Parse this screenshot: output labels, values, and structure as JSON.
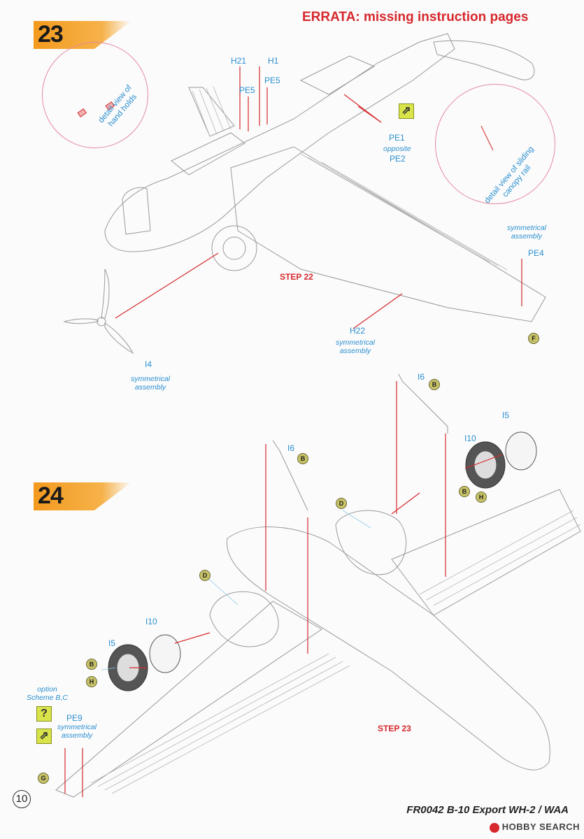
{
  "header": {
    "errata": "ERRATA: missing instruction pages"
  },
  "step23": {
    "number": "23",
    "detail_left": "detail view of\nhand holds",
    "detail_right": "detail view of sliding\ncanopy rail",
    "labels": {
      "H21": "H21",
      "H1": "H1",
      "PE5a": "PE5",
      "PE5b": "PE5",
      "PE1": "PE1",
      "opposite": "opposite",
      "PE2": "PE2",
      "sym_pe4": "symmetrical\nassembly",
      "PE4": "PE4",
      "H22": "H22",
      "sym_h22": "symmetrical\nassembly",
      "I4": "I4",
      "sym_i4": "symmetrical\nassembly",
      "step_ref": "STEP 22"
    },
    "paint": {
      "F": "F"
    }
  },
  "step24": {
    "number": "24",
    "labels": {
      "I6a": "I6",
      "I6b": "I6",
      "I5a": "I5",
      "I10a": "I10",
      "I10b": "I10",
      "I5b": "I5",
      "option": "option\nScheme B,C",
      "PE9": "PE9",
      "sym_pe9": "symmetrical\nassembly",
      "step_ref": "STEP 23"
    },
    "paint": {
      "B1": "B",
      "B2": "B",
      "B3": "B",
      "B4": "B",
      "H1": "H",
      "H2": "H",
      "D1": "D",
      "D2": "D",
      "G": "G"
    }
  },
  "footer": {
    "page": "10",
    "title": "FR0042 B-10 Export WH-2 / WAA"
  },
  "watermark": {
    "text": "HOBBY SEARCH"
  },
  "colors": {
    "accent": "#f39a1e",
    "label": "#2a8fd0",
    "red": "#d6282d"
  }
}
